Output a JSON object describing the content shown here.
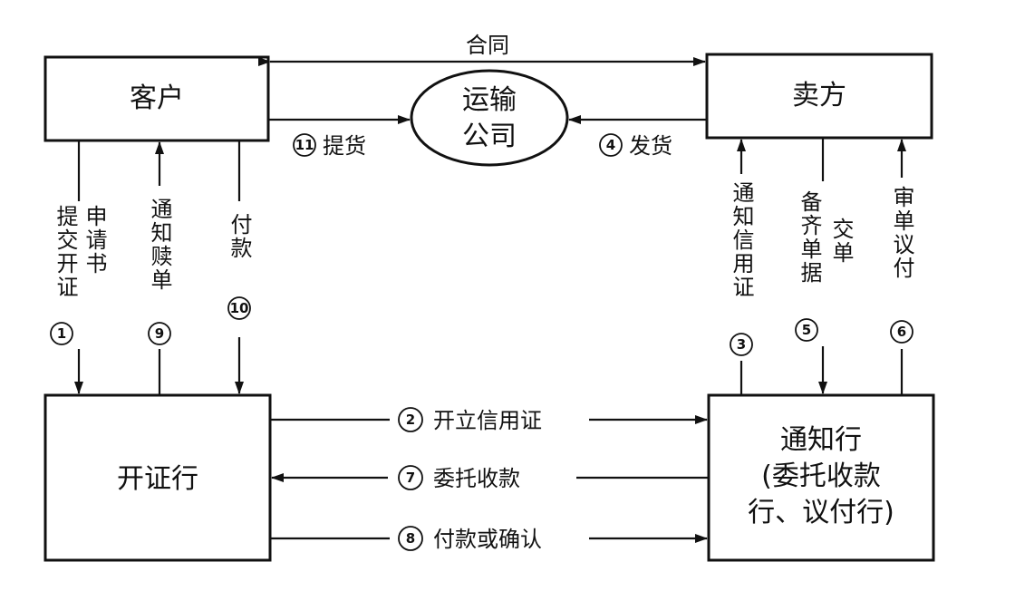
{
  "nodes": {
    "customer": "客户",
    "seller": "卖方",
    "shipping_line1": "运输",
    "shipping_line2": "公司",
    "issuing_bank": "开证行",
    "advising_line1": "通知行",
    "advising_line2": "(委托收款",
    "advising_line3": "行、议付行)"
  },
  "edges": {
    "contract": "合同",
    "e1_line1": "提交开证",
    "e1_line2": "申请书",
    "e9": "通知赎单",
    "e10": "付款",
    "e3": "通知信用证",
    "e5_line1": "备齐单据",
    "e5_line2": "交单",
    "e6": "审单议付",
    "e2": "开立信用证",
    "e7": "委托收款",
    "e8": "付款或确认",
    "e11": "提货",
    "e4": "发货"
  },
  "step_numbers": {
    "s1": "1",
    "s2": "2",
    "s3": "3",
    "s4": "4",
    "s5": "5",
    "s6": "6",
    "s7": "7",
    "s8": "8",
    "s9": "9",
    "s10": "10",
    "s11": "11"
  }
}
